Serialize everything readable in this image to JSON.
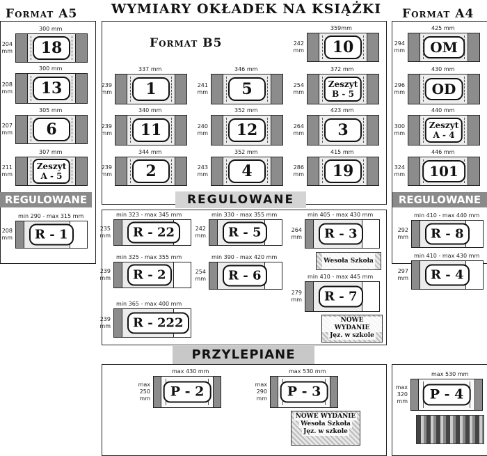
{
  "title": "WYMIARY OKŁADEK NA KSIĄŻKI",
  "a5": {
    "title": "Format A5",
    "covers": [
      {
        "width": "300 mm",
        "height": [
          "204",
          "mm"
        ],
        "label": "18"
      },
      {
        "width": "300 mm",
        "height": [
          "208",
          "mm"
        ],
        "label": "13"
      },
      {
        "width": "305 mm",
        "height": [
          "207",
          "mm"
        ],
        "label": "6"
      },
      {
        "width": "307 mm",
        "height": [
          "211",
          "mm"
        ],
        "label": [
          "Zeszyt",
          "A - 5"
        ]
      }
    ],
    "banner": "REGULOWANE",
    "adjustable": [
      {
        "width": "min 290 - max 315 mm",
        "height": [
          "208",
          "mm"
        ],
        "label": "R - 1"
      }
    ]
  },
  "b5": {
    "title": "Format B5",
    "covers": [
      {
        "width": "359mm",
        "height": [
          "242",
          "mm"
        ],
        "label": "10"
      },
      {
        "width": "337 mm",
        "height": [
          "239",
          "mm"
        ],
        "label": "1"
      },
      {
        "width": "346 mm",
        "height": [
          "241",
          "mm"
        ],
        "label": "5"
      },
      {
        "width": "372 mm",
        "height": [
          "254",
          "mm"
        ],
        "label": [
          "Zeszyt",
          "B - 5"
        ]
      },
      {
        "width": "340 mm",
        "height": [
          "239",
          "mm"
        ],
        "label": "11"
      },
      {
        "width": "352 mm",
        "height": [
          "240",
          "mm"
        ],
        "label": "12"
      },
      {
        "width": "423 mm",
        "height": [
          "264",
          "mm"
        ],
        "label": "3"
      },
      {
        "width": "344 mm",
        "height": [
          "239",
          "mm"
        ],
        "label": "2"
      },
      {
        "width": "352 mm",
        "height": [
          "243",
          "mm"
        ],
        "label": "4"
      },
      {
        "width": "415 mm",
        "height": [
          "286",
          "mm"
        ],
        "label": "19"
      }
    ],
    "banner": "REGULOWANE",
    "adjustable": [
      {
        "width": "min 323 - max 345 mm",
        "height": [
          "235",
          "mm"
        ],
        "label": "R - 22"
      },
      {
        "width": "min 330 - max 355 mm",
        "height": [
          "242",
          "mm"
        ],
        "label": "R - 5"
      },
      {
        "width": "min 405 - max 430 mm",
        "height": [
          "264",
          "mm"
        ],
        "label": "R - 3"
      },
      {
        "width": "min 325 - max 355 mm",
        "height": [
          "239",
          "mm"
        ],
        "label": "R - 2"
      },
      {
        "width": "min 390 - max 420 mm",
        "height": [
          "254",
          "mm"
        ],
        "label": "R - 6"
      },
      {
        "width": "min 410 - max 445 mm",
        "height": [
          "279",
          "mm"
        ],
        "label": "R - 7"
      },
      {
        "width": "min 365 - max 400 mm",
        "height": [
          "239",
          "mm"
        ],
        "label": "R - 222"
      }
    ],
    "banner2": "PRZYLEPIANE",
    "sticky": [
      {
        "width": "max 430 mm",
        "height": [
          "max",
          "250",
          "mm"
        ],
        "label": "P - 2"
      },
      {
        "width": "max 530 mm",
        "height": [
          "max",
          "290",
          "mm"
        ],
        "label": "P - 3"
      }
    ]
  },
  "a4": {
    "title": "Format A4",
    "covers": [
      {
        "width": "425 mm",
        "height": [
          "294",
          "mm"
        ],
        "label": "OM"
      },
      {
        "width": "430 mm",
        "height": [
          "296",
          "mm"
        ],
        "label": "OD"
      },
      {
        "width": "440 mm",
        "height": [
          "300",
          "mm"
        ],
        "label": [
          "Zeszyt",
          "A - 4"
        ]
      },
      {
        "width": "446 mm",
        "height": [
          "324",
          "mm"
        ],
        "label": "101"
      }
    ],
    "banner": "REGULOWANE",
    "adjustable": [
      {
        "width": "min 410 - max 440 mm",
        "height": [
          "292",
          "mm"
        ],
        "label": "R - 8"
      },
      {
        "width": "min 410 - max 430 mm",
        "height": [
          "297",
          "mm"
        ],
        "label": "R - 4"
      }
    ],
    "sticky": [
      {
        "width": "max 530 mm",
        "height": [
          "max",
          "320",
          "mm"
        ],
        "label": "P - 4"
      }
    ]
  },
  "stamps": {
    "wesola1": "Wesoła Szkoła",
    "wesola2": "Wesoła Szkoła",
    "jezyk": [
      "NOWE WYDANIE",
      "Wesoła Szkoła",
      "Jęz. w szkole"
    ]
  }
}
